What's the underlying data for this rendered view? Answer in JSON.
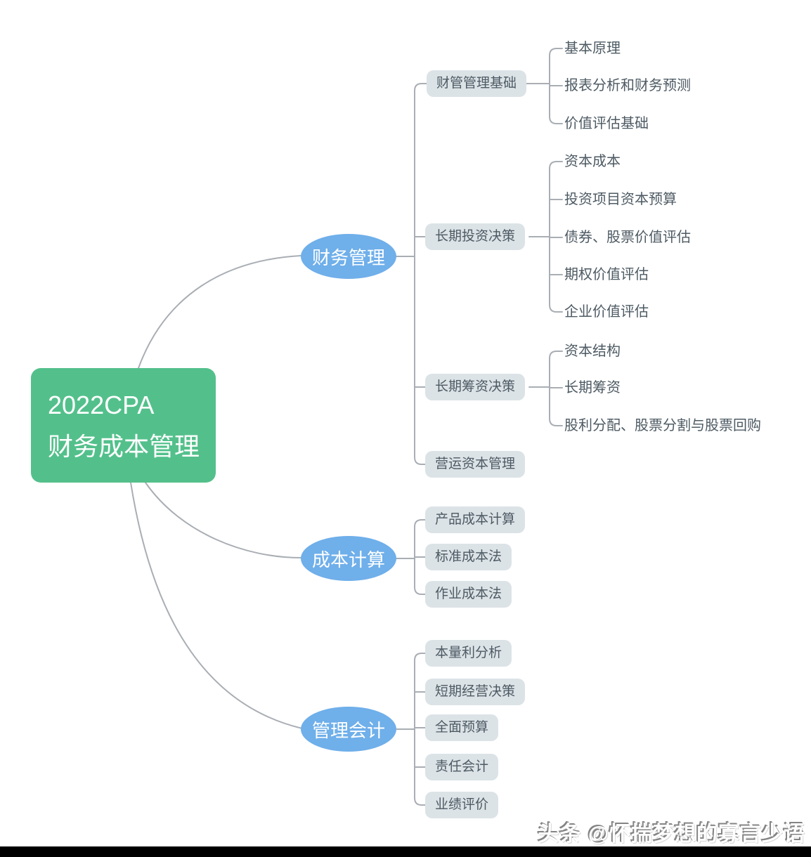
{
  "root": {
    "line1": "2022CPA",
    "line2": "财务成本管理"
  },
  "branches": [
    {
      "label": "财务管理",
      "children": [
        {
          "label": "财管管理基础",
          "children": [
            "基本原理",
            "报表分析和财务预测",
            "价值评估基础"
          ]
        },
        {
          "label": "长期投资决策",
          "children": [
            "资本成本",
            "投资项目资本预算",
            "债券、股票价值评估",
            "期权价值评估",
            "企业价值评估"
          ]
        },
        {
          "label": "长期筹资决策",
          "children": [
            "资本结构",
            "长期筹资",
            "股利分配、股票分割与股票回购"
          ]
        },
        {
          "label": "营运资本管理",
          "children": []
        }
      ]
    },
    {
      "label": "成本计算",
      "children": [
        {
          "label": "产品成本计算",
          "children": []
        },
        {
          "label": "标准成本法",
          "children": []
        },
        {
          "label": "作业成本法",
          "children": []
        }
      ]
    },
    {
      "label": "管理会计",
      "children": [
        {
          "label": "本量利分析",
          "children": []
        },
        {
          "label": "短期经营决策",
          "children": []
        },
        {
          "label": "全面预算",
          "children": []
        },
        {
          "label": "责任会计",
          "children": []
        },
        {
          "label": "业绩评价",
          "children": []
        }
      ]
    }
  ],
  "watermark": "头条 @怀揣梦想的寡言少语",
  "colors": {
    "root_green": "#53c08b",
    "branch_blue": "#6fafea",
    "node_gray": "#dce3e7",
    "text_dark": "#4d5a63",
    "line_gray": "#a9aeb4",
    "bar_black": "#000000"
  }
}
